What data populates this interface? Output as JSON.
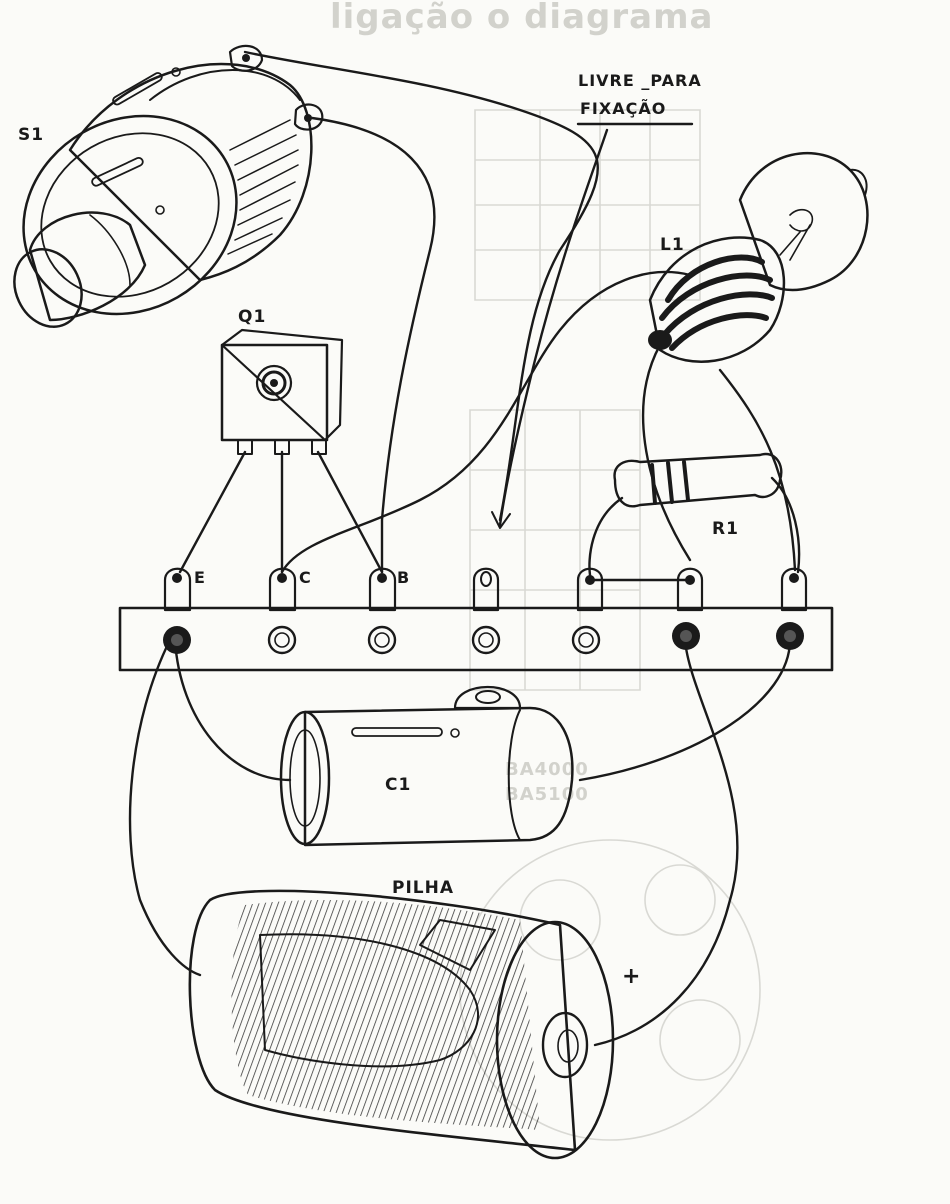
{
  "diagram": {
    "labels": {
      "switch": "S1",
      "transistor": "Q1",
      "lamp": "L1",
      "resistor": "R1",
      "capacitor": "C1",
      "battery": "PILHA",
      "emitter": "E",
      "collector": "C",
      "base": "B",
      "positive": "+",
      "note_line1": "LIVRE _PARA",
      "note_line2": "FIXAÇÃO"
    },
    "colors": {
      "ink": "#1a1a1a",
      "paper": "#fbfbf8",
      "ghost": "#d9d9d4"
    }
  }
}
